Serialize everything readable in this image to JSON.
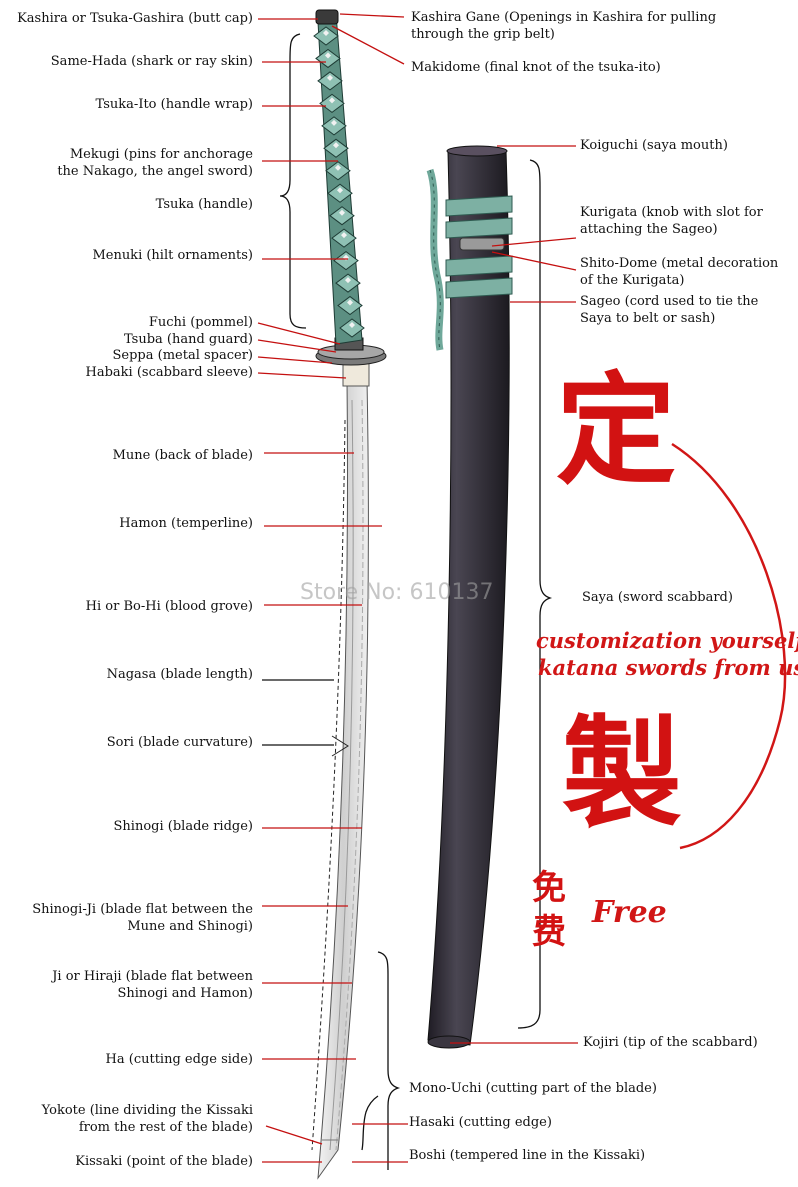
{
  "left_labels": [
    {
      "id": "kashira",
      "lines": [
        "Kashira or Tsuka-Gashira (butt cap)"
      ]
    },
    {
      "id": "same-hada",
      "lines": [
        "Same-Hada (shark or ray skin)"
      ]
    },
    {
      "id": "tsuka-ito",
      "lines": [
        "Tsuka-Ito (handle wrap)"
      ]
    },
    {
      "id": "mekugi",
      "lines": [
        "Mekugi (pins for anchorage",
        "the Nakago, the angel sword)"
      ]
    },
    {
      "id": "tsuka",
      "lines": [
        "Tsuka (handle)"
      ]
    },
    {
      "id": "menuki",
      "lines": [
        "Menuki (hilt ornaments)"
      ]
    },
    {
      "id": "fuchi",
      "lines": [
        "Fuchi (pommel)"
      ]
    },
    {
      "id": "tsuba",
      "lines": [
        "Tsuba (hand guard)"
      ]
    },
    {
      "id": "seppa",
      "lines": [
        "Seppa (metal spacer)"
      ]
    },
    {
      "id": "habaki",
      "lines": [
        "Habaki (scabbard sleeve)"
      ]
    },
    {
      "id": "mune",
      "lines": [
        "Mune (back of blade)"
      ]
    },
    {
      "id": "hamon",
      "lines": [
        "Hamon (temperline)"
      ]
    },
    {
      "id": "hi",
      "lines": [
        "Hi or Bo-Hi (blood grove)"
      ]
    },
    {
      "id": "nagasa",
      "lines": [
        "Nagasa (blade length)"
      ]
    },
    {
      "id": "sori",
      "lines": [
        "Sori (blade curvature)"
      ]
    },
    {
      "id": "shinogi",
      "lines": [
        "Shinogi (blade ridge)"
      ]
    },
    {
      "id": "shinogi-ji",
      "lines": [
        "Shinogi-Ji (blade flat between the",
        "Mune and Shinogi)"
      ]
    },
    {
      "id": "ji",
      "lines": [
        "Ji or Hiraji (blade flat between",
        "Shinogi and Hamon)"
      ]
    },
    {
      "id": "ha",
      "lines": [
        "Ha (cutting edge side)"
      ]
    },
    {
      "id": "yokote",
      "lines": [
        "Yokote (line dividing the Kissaki",
        "from the rest of the blade)"
      ]
    },
    {
      "id": "kissaki",
      "lines": [
        "Kissaki (point of the blade)"
      ]
    }
  ],
  "right_labels": [
    {
      "id": "kashira-gane",
      "lines": [
        "Kashira Gane (Openings in Kashira for pulling",
        "through the grip belt)"
      ]
    },
    {
      "id": "makidome",
      "lines": [
        "Makidome (final knot of the tsuka-ito)"
      ]
    },
    {
      "id": "koiguchi",
      "lines": [
        "Koiguchi (saya mouth)"
      ]
    },
    {
      "id": "kurigata",
      "lines": [
        "Kurigata (knob with slot for",
        "attaching the Sageo)"
      ]
    },
    {
      "id": "shito-dome",
      "lines": [
        "Shito-Dome (metal decoration",
        "of the Kurigata)"
      ]
    },
    {
      "id": "sageo",
      "lines": [
        "Sageo (cord used to tie the",
        "Saya to belt or sash)"
      ]
    },
    {
      "id": "saya",
      "lines": [
        "Saya (sword scabbard)"
      ]
    },
    {
      "id": "kojiri",
      "lines": [
        "Kojiri (tip of the scabbard)"
      ]
    },
    {
      "id": "mono-uchi",
      "lines": [
        "Mono-Uchi (cutting part of the blade)"
      ]
    },
    {
      "id": "hasaki",
      "lines": [
        "Hasaki (cutting edge)"
      ]
    },
    {
      "id": "boshi",
      "lines": [
        "Boshi (tempered line in the Kissaki)"
      ]
    }
  ],
  "promo": {
    "line1": "customization yourself",
    "line2": "katana swords from us",
    "free": "Free",
    "glyph_top": "定",
    "glyph_mid": "製",
    "glyph_small_1": "免",
    "glyph_small_2": "费",
    "watermark": "Store No: 610137"
  },
  "colors": {
    "leader": "#c41010",
    "promo": "#d11616",
    "handle_wrap": "#6fa89a",
    "saya": "#2d2a33",
    "blade": "#e4e4e4"
  }
}
